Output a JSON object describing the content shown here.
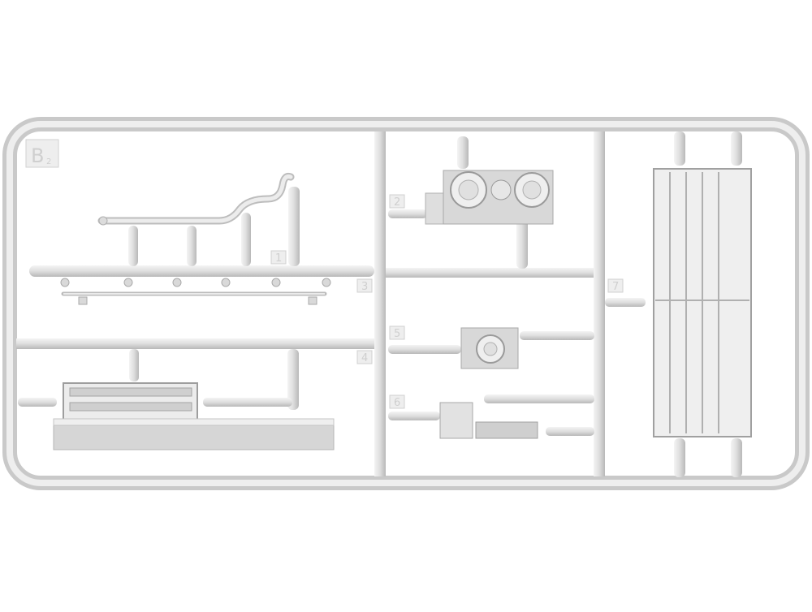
{
  "sprue": {
    "frame_id": "B",
    "frame_sub": "2",
    "part_labels": [
      "1",
      "2",
      "3",
      "4",
      "5",
      "6",
      "7"
    ]
  },
  "colors": {
    "plastic": "#e3e3e3",
    "plastic_edge": "#bdbdbd",
    "shadow": "#a8a8a8",
    "background": "#ffffff"
  }
}
